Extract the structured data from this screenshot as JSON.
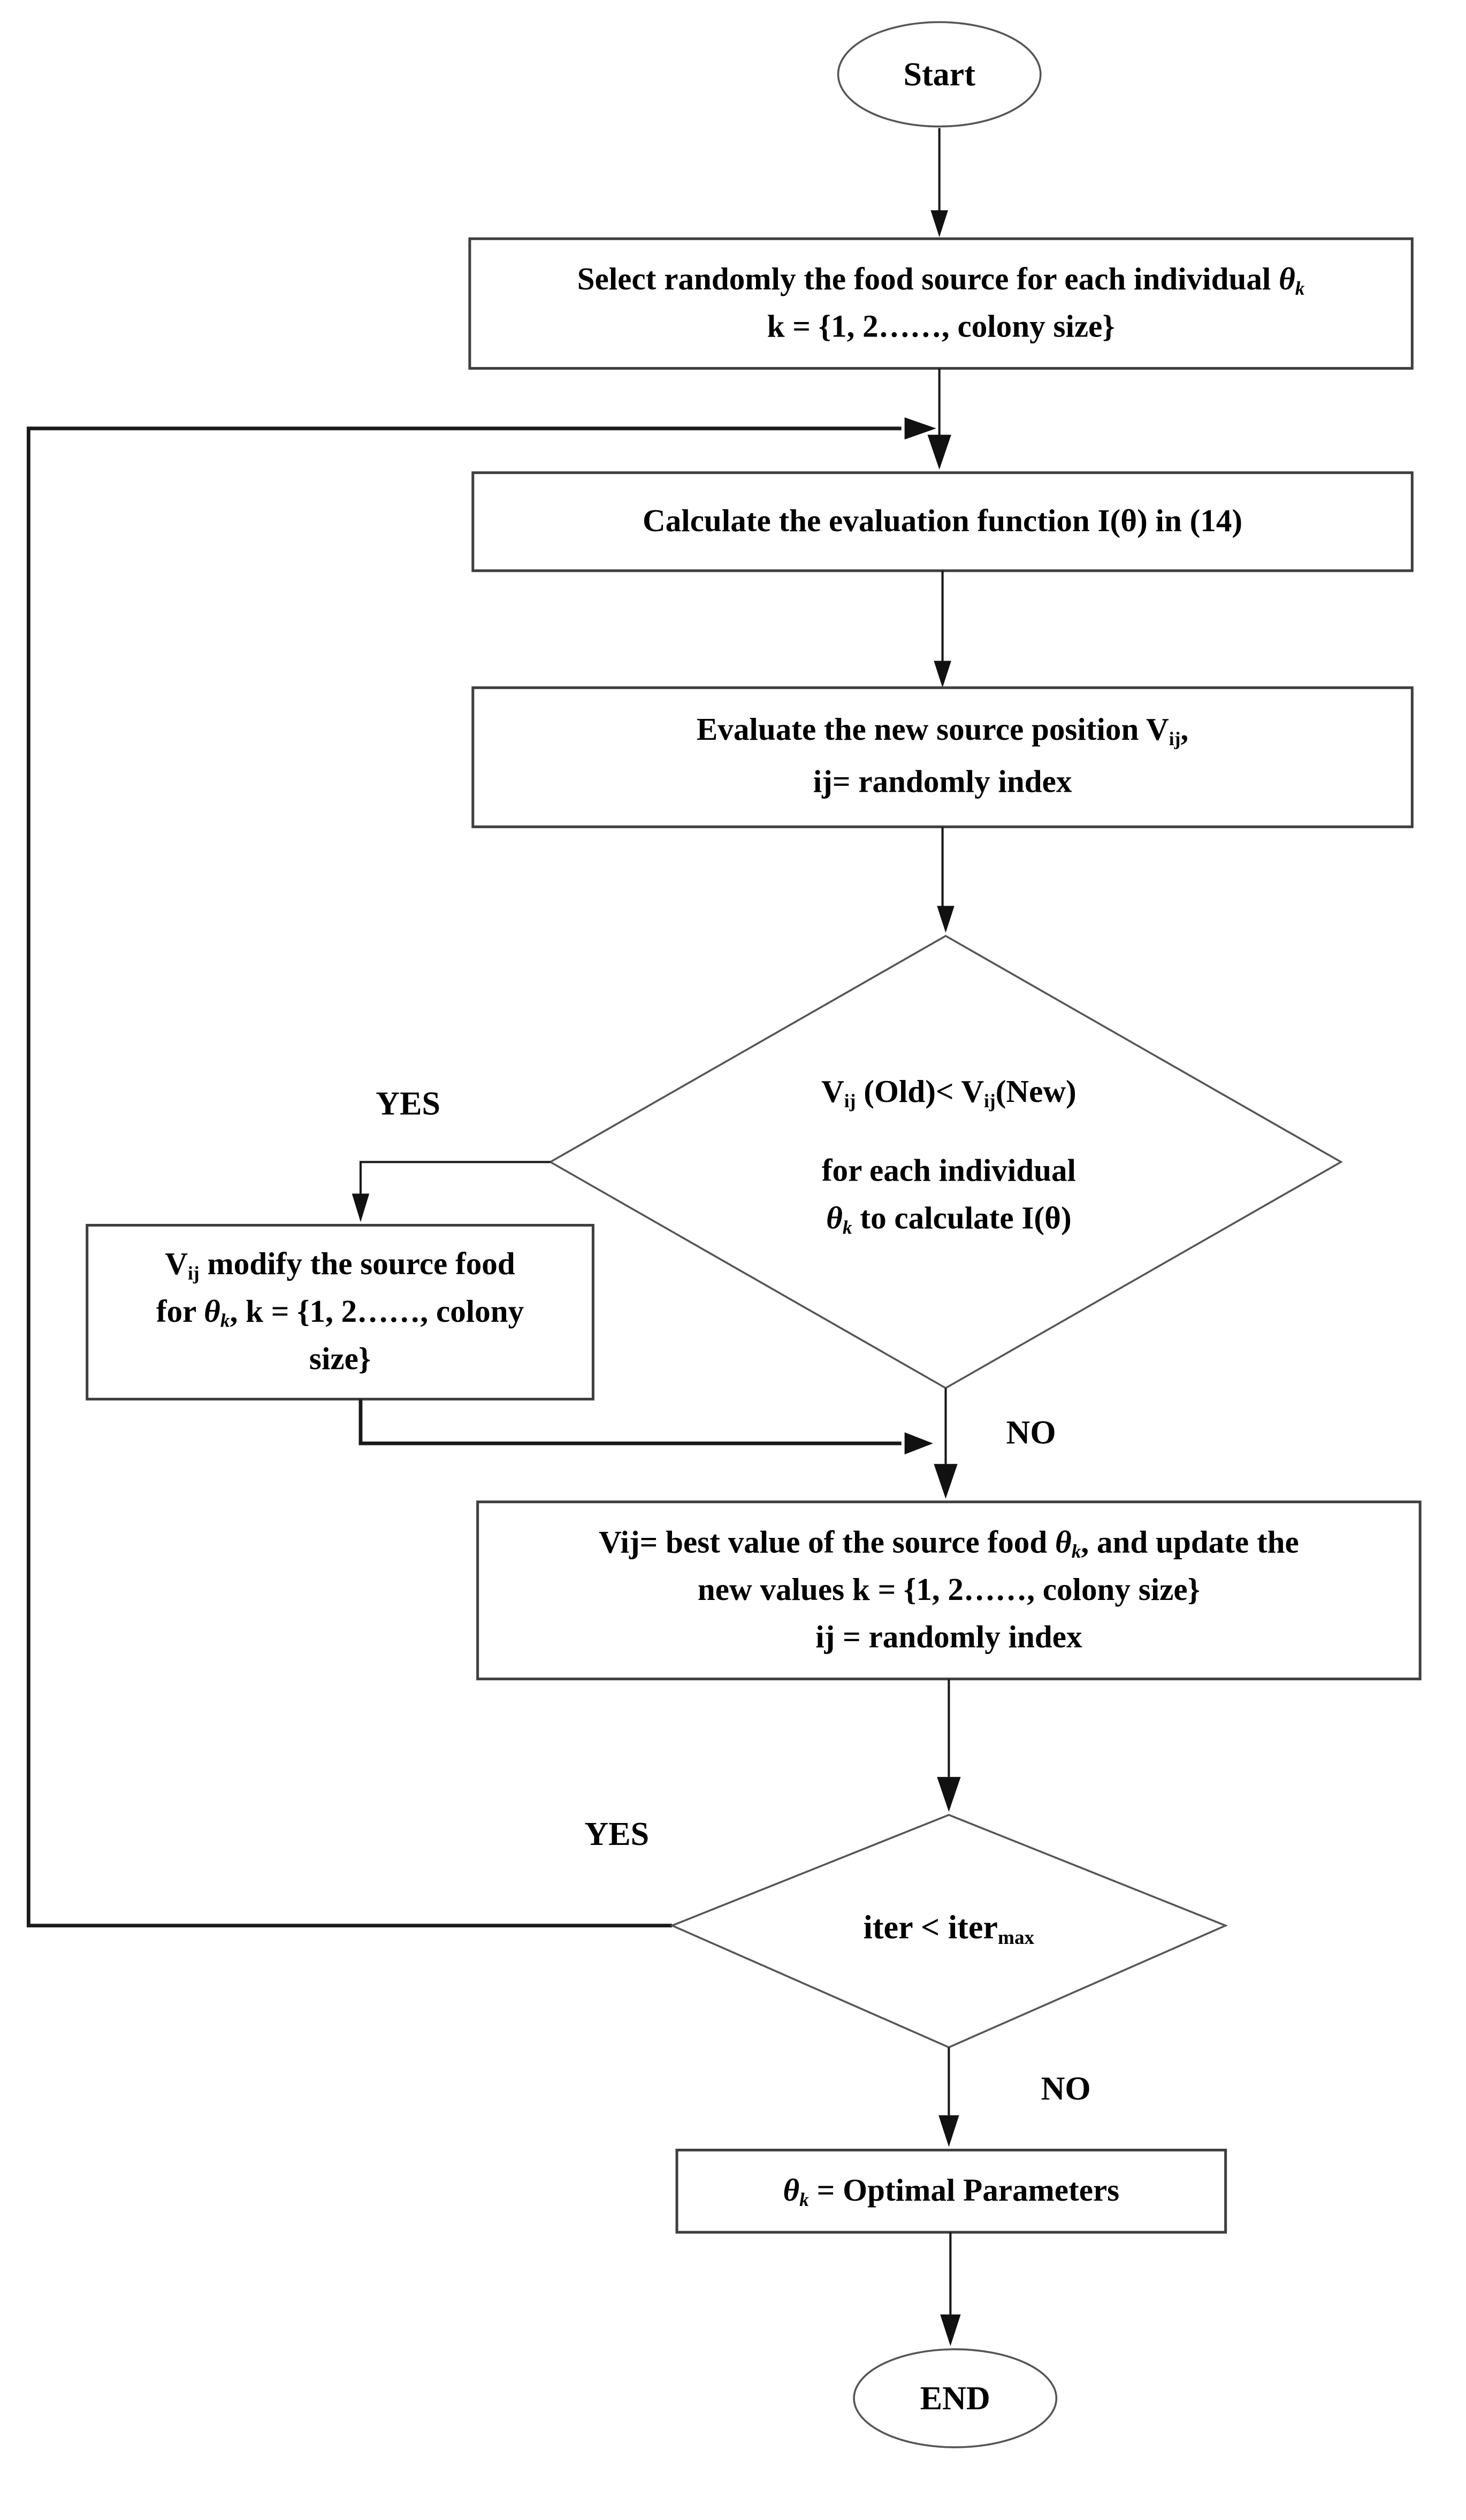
{
  "flowchart": {
    "nodes": {
      "start": {
        "label": "Start"
      },
      "select_food": {
        "lines": [
          [
            {
              "t": "Select randomly the food source for each individual "
            },
            {
              "t": "θ",
              "i": true
            },
            {
              "t": "k",
              "sub": true,
              "i": true
            }
          ],
          [
            {
              "t": "k = {1, 2……, colony size}"
            }
          ]
        ]
      },
      "calc_eval": {
        "lines": [
          [
            {
              "t": "Calculate the evaluation function I(θ) in (14)"
            }
          ]
        ]
      },
      "eval_new_source": {
        "lines": [
          [
            {
              "t": "Evaluate the new source position V"
            },
            {
              "t": "ij",
              "sub": true
            },
            {
              "t": ","
            }
          ],
          [
            {
              "t": "ij= randomly index"
            }
          ]
        ]
      },
      "compare_decision": {
        "lines": [
          [
            {
              "t": "V"
            },
            {
              "t": "ij",
              "sub": true
            },
            {
              "t": " (Old)< V"
            },
            {
              "t": "ij",
              "sub": true
            },
            {
              "t": "(New)"
            }
          ],
          [
            {
              "t": "for each individual"
            }
          ],
          [
            {
              "t": "θ",
              "i": true
            },
            {
              "t": "k",
              "sub": true,
              "i": true
            },
            {
              "t": " to calculate I(θ)"
            }
          ]
        ]
      },
      "modify_source": {
        "lines": [
          [
            {
              "t": "V"
            },
            {
              "t": "ij",
              "sub": true
            },
            {
              "t": " modify the source food"
            }
          ],
          [
            {
              "t": "for "
            },
            {
              "t": "θ",
              "i": true
            },
            {
              "t": "k",
              "sub": true,
              "i": true
            },
            {
              "t": ", k = {1, 2……, colony"
            }
          ],
          [
            {
              "t": "size}"
            }
          ]
        ]
      },
      "best_value": {
        "lines": [
          [
            {
              "t": "Vij= best value of the source food "
            },
            {
              "t": "θ",
              "i": true
            },
            {
              "t": "k",
              "sub": true,
              "i": true
            },
            {
              "t": ", and update the"
            }
          ],
          [
            {
              "t": "new values k = {1, 2……, colony size}"
            }
          ],
          [
            {
              "t": "ij = randomly index"
            }
          ]
        ]
      },
      "iter_decision": {
        "lines": [
          [
            {
              "t": "iter < iter"
            },
            {
              "t": "max",
              "sub": true
            }
          ]
        ]
      },
      "optimal": {
        "lines": [
          [
            {
              "t": "θ",
              "i": true
            },
            {
              "t": "k",
              "sub": true,
              "i": true
            },
            {
              "t": " = Optimal Parameters"
            }
          ]
        ]
      },
      "end": {
        "label": "END"
      }
    },
    "edge_labels": {
      "yes_compare": "YES",
      "no_compare": "NO",
      "yes_iter": "YES",
      "no_iter": "NO"
    }
  },
  "colors": {
    "background": "#ffffff",
    "text": "#000000",
    "edge_stroke": "#1a1a1a",
    "shape_border": "#3f3f3f"
  }
}
